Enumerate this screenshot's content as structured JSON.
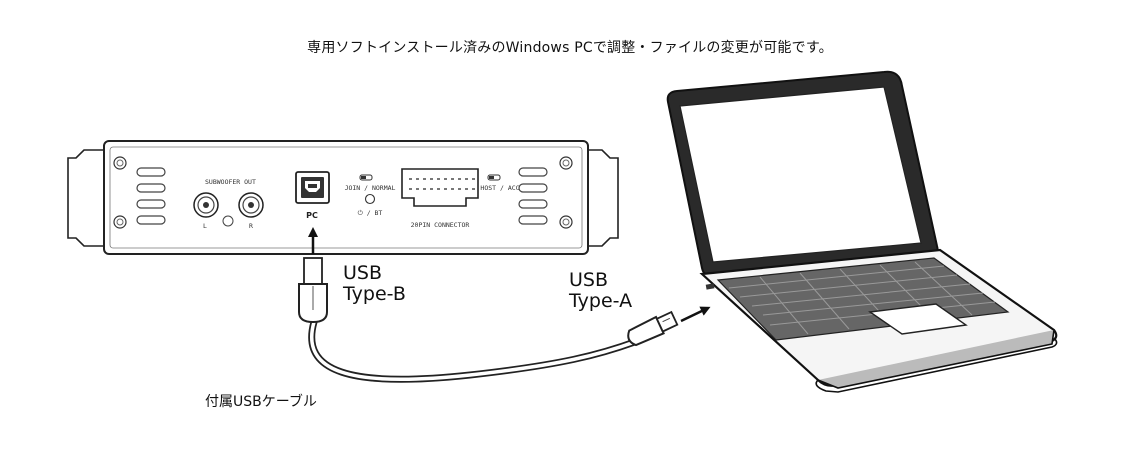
{
  "caption": "専用ソフトインストール済みのWindows PCで調整・ファイルの変更が可能です。",
  "device": {
    "subwoofer_out": "SUBWOOFER OUT",
    "ch_l": "L",
    "ch_r": "R",
    "pc_port": "PC",
    "join_normal": "JOIN / NORMAL",
    "power_bt": "⏻ / BT",
    "host_acc": "HOST / ACC",
    "connector": "20PIN CONNECTOR"
  },
  "labels": {
    "usb_b_line1": "USB",
    "usb_b_line2": "Type-B",
    "usb_a_line1": "USB",
    "usb_a_line2": "Type-A",
    "cable": "付属USBケーブル"
  }
}
